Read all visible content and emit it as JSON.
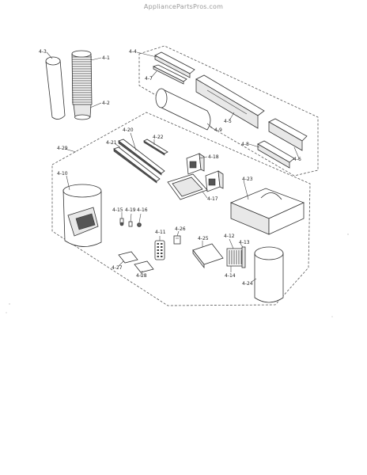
{
  "watermark": "AppliancePartsPros.com",
  "callouts": {
    "c4_1": "4-1",
    "c4_2": "4-2",
    "c4_3": "4-3",
    "c4_4": "4-4",
    "c4_5": "4-5",
    "c4_6": "4-6",
    "c4_7": "4-7",
    "c4_8": "4-8",
    "c4_9": "4-9",
    "c4_10": "4-10",
    "c4_11": "4-11",
    "c4_12": "4-12",
    "c4_13": "4-13",
    "c4_14": "4-14",
    "c4_15": "4-15",
    "c4_16": "4-16",
    "c4_17": "4-17",
    "c4_18": "4-18",
    "c4_19": "4-19",
    "c4_20": "4-20",
    "c4_21": "4-21",
    "c4_22": "4-22",
    "c4_23": "4-23",
    "c4_24": "4-24",
    "c4_25": "4-25",
    "c4_26": "4-26",
    "c4_27": "4-27",
    "c4_28": "4-28",
    "c4_29": "4-29"
  }
}
